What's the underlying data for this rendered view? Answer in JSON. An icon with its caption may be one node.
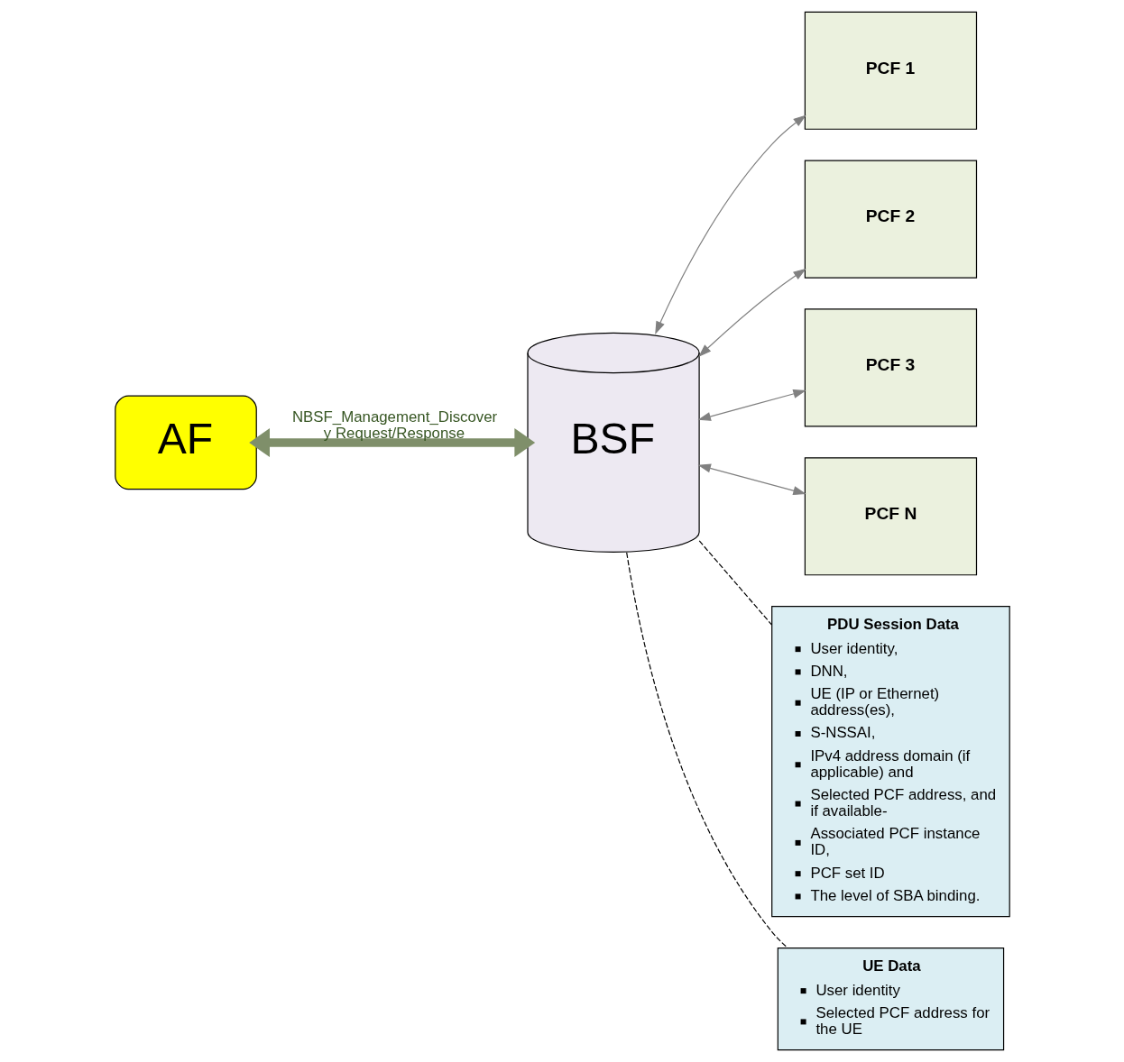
{
  "diagram": {
    "nodes": [
      {
        "text": [
          "AF"
        ]
      },
      {
        "text": [
          "BSF"
        ]
      },
      {
        "text": [
          "PCF 1"
        ]
      },
      {
        "text": [
          "PCF 2"
        ]
      },
      {
        "text": [
          "PCF 3"
        ]
      },
      {
        "text": [
          "PCF N"
        ]
      },
      {
        "text": [
          "PDU Session Data",
          "User identity,",
          "DNN,",
          "UE (IP or Ethernet) address(es),",
          "S-NSSAI,",
          "IPv4 address domain (if applicable) and",
          "Selected PCF address, and if available-",
          "Associated PCF instance ID,",
          "PCF set ID",
          "The level of SBA binding."
        ]
      },
      {
        "text": [
          "UE Data",
          "User identity",
          "Selected PCF address for the UE"
        ]
      }
    ],
    "edges": [
      {
        "from": 0,
        "to": 1,
        "arrow": "both",
        "label": "NBSF_Management_Discovery Request/Response",
        "style": "thick",
        "color": "#7f8f6a"
      },
      {
        "from": 1,
        "to": 2,
        "arrow": "both"
      },
      {
        "from": 1,
        "to": 3,
        "arrow": "both"
      },
      {
        "from": 1,
        "to": 4,
        "arrow": "both"
      },
      {
        "from": 1,
        "to": 5,
        "arrow": "both"
      },
      {
        "from": 1,
        "to": 6,
        "arrow": "none",
        "style": "dashed",
        "color": "#000000"
      },
      {
        "from": 1,
        "to": 7,
        "arrow": "none",
        "style": "dashed",
        "color": "#000000"
      }
    ]
  }
}
